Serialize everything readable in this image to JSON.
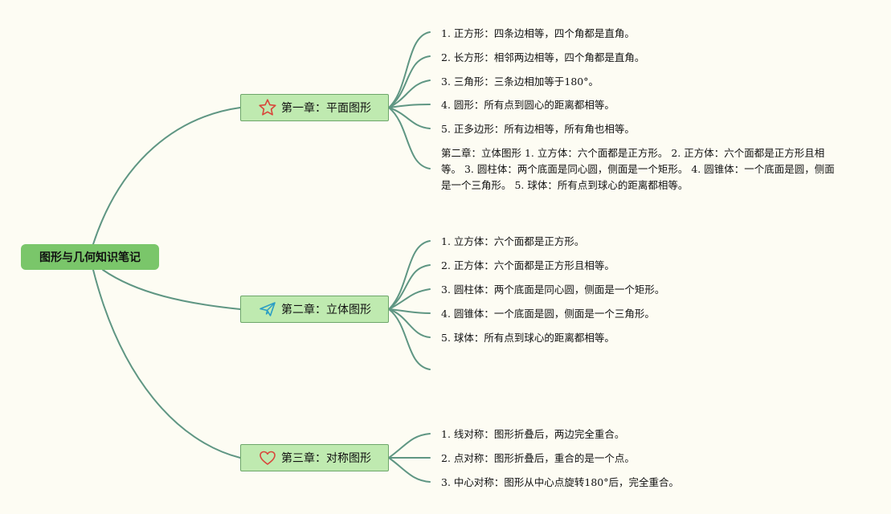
{
  "root": {
    "label": "图形与几何知识笔记"
  },
  "chapters": [
    {
      "title": "第一章：平面图形",
      "icon": "star-icon",
      "items": [
        "1. 正方形：四条边相等，四个角都是直角。",
        "2. 长方形：相邻两边相等，四个角都是直角。",
        "3. 三角形：三条边相加等于180°。",
        "4. 圆形：所有点到圆心的距离都相等。",
        "5. 正多边形：所有边相等，所有角也相等。",
        "第二章：立体图形 1. 立方体：六个面都是正方形。 2. 正方体：六个面都是正方形且相等。 3. 圆柱体：两个底面是同心圆，侧面是一个矩形。 4. 圆锥体：一个底面是圆，侧面是一个三角形。 5. 球体：所有点到球心的距离都相等。"
      ]
    },
    {
      "title": "第二章：立体图形",
      "icon": "paper-plane-icon",
      "items": [
        "1. 立方体：六个面都是正方形。",
        "2. 正方体：六个面都是正方形且相等。",
        "3. 圆柱体：两个底面是同心圆，侧面是一个矩形。",
        "4. 圆锥体：一个底面是圆，侧面是一个三角形。",
        "5. 球体：所有点到球心的距离都相等。",
        ""
      ]
    },
    {
      "title": "第三章：对称图形",
      "icon": "heart-icon",
      "items": [
        "1. 线对称：图形折叠后，两边完全重合。",
        "2. 点对称：图形折叠后，重合的是一个点。",
        "3. 中心对称：图形从中心点旋转180°后，完全重合。"
      ]
    }
  ],
  "colors": {
    "background": "#fdfcf3",
    "root_fill": "#7ac66a",
    "topic_fill": "#bfeab0",
    "topic_border": "#6da66a",
    "connector": "#5f9683",
    "star_icon": "#d9453a",
    "plane_icon": "#2a9dc4",
    "heart_icon": "#d9453a"
  }
}
